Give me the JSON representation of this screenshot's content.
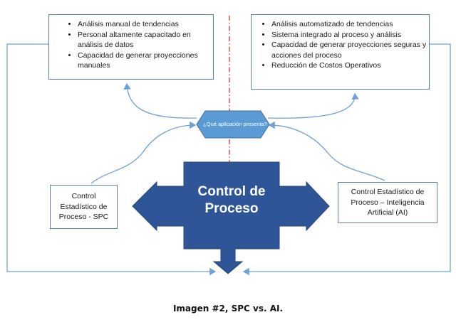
{
  "left_box": {
    "items": [
      "Análisis manual de tendencias",
      "Personal altamente capacitado en análisis de datos",
      "Capacidad de generar proyecciones manuales"
    ]
  },
  "right_box": {
    "items": [
      "Análisis automatizado de tendencias",
      "Sistema integrado al proceso y análisis",
      "Capacidad de generar proyecciones seguras y acciones del proceso",
      "Reducción de Costos Operativos"
    ]
  },
  "hexagon": {
    "label": "¿Qué aplicación presenta?"
  },
  "center": {
    "title": "Control de Proceso"
  },
  "spc_box": {
    "label": "Control Estadístico de Proceso - SPC"
  },
  "ai_box": {
    "label": "Control Estadístico de Proceso – Inteligencia Artificial (AI)"
  },
  "caption": "Imagen #2, SPC vs. AI.",
  "colors": {
    "shape_fill": "#2e5597",
    "hexagon_fill": "#5b9bd5",
    "connector": "#6fa0d8",
    "divider": "#e0281a",
    "border": "#5b7fb5"
  }
}
